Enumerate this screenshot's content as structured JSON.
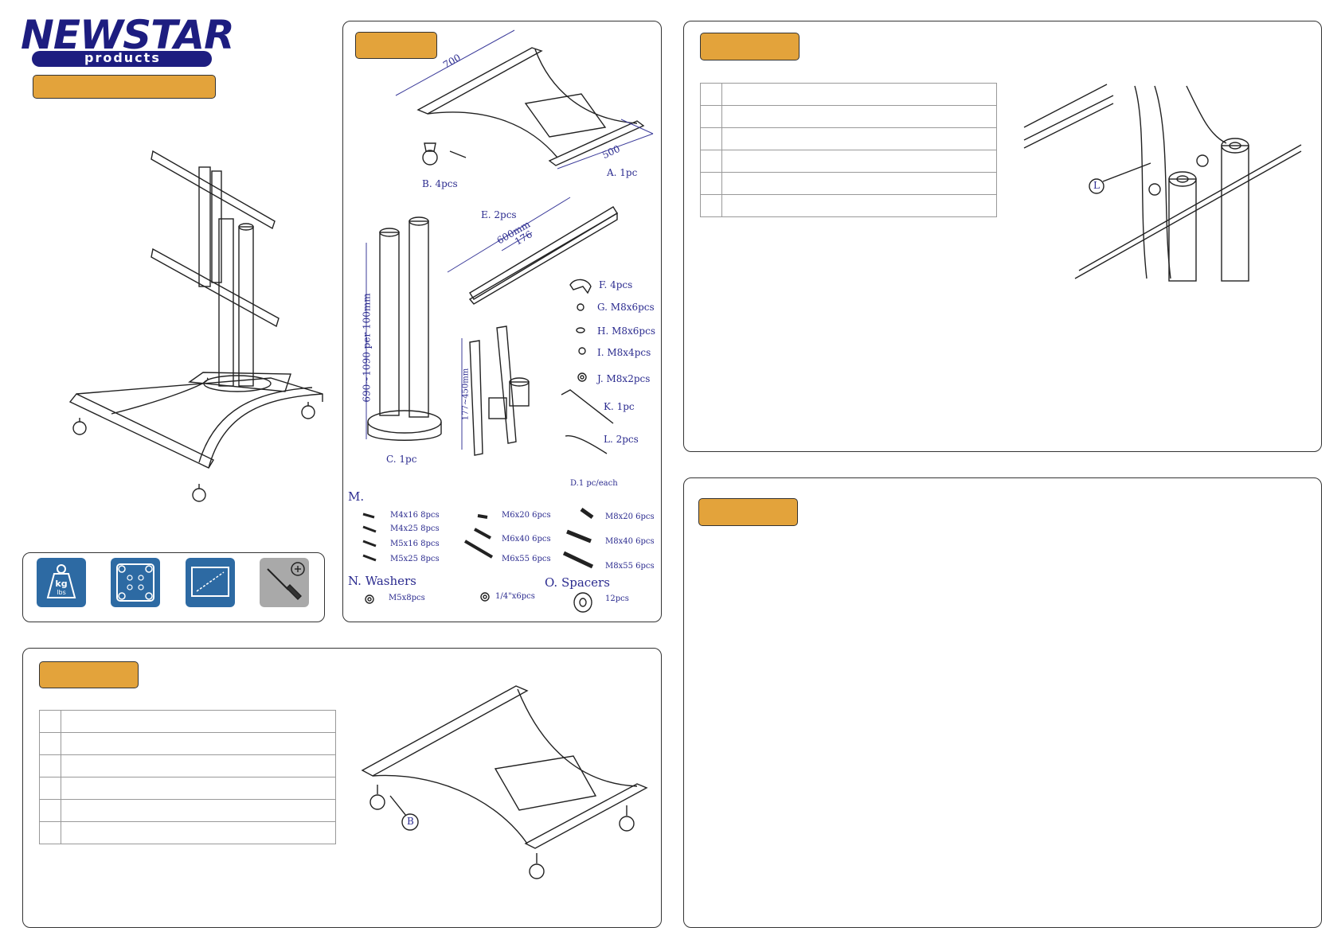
{
  "brand": {
    "name_main": "NEWSTAR",
    "name_sub": "products"
  },
  "parts": {
    "dims": {
      "width_a": "700",
      "depth_a": "500",
      "beam_len": "600mm",
      "beam_step": "176",
      "pole_range": "690~1090 per 100mm",
      "bracket_range": "177~450mm"
    },
    "items": [
      {
        "key": "A",
        "label": "A. 1pc"
      },
      {
        "key": "B",
        "label": "B. 4pcs"
      },
      {
        "key": "C",
        "label": "C. 1pc"
      },
      {
        "key": "D",
        "label": "D.1 pc/each"
      },
      {
        "key": "E",
        "label": "E. 2pcs"
      },
      {
        "key": "F",
        "label": "F. 4pcs"
      },
      {
        "key": "G",
        "label": "G. M8x6pcs"
      },
      {
        "key": "H",
        "label": "H. M8x6pcs"
      },
      {
        "key": "I",
        "label": "I. M8x4pcs"
      },
      {
        "key": "J",
        "label": "J. M8x2pcs"
      },
      {
        "key": "K",
        "label": "K. 1pc"
      },
      {
        "key": "L",
        "label": "L. 2pcs"
      }
    ],
    "m_title": "M.",
    "m_col1": [
      "M4x16 8pcs",
      "M4x25 8pcs",
      "M5x16 8pcs",
      "M5x25 8pcs"
    ],
    "m_col2": [
      "M6x20 6pcs",
      "M6x40 6pcs",
      "M6x55 6pcs"
    ],
    "m_col3": [
      "M8x20 6pcs",
      "M8x40 6pcs",
      "M8x55 6pcs"
    ],
    "washers_title": "N. Washers",
    "washer_1": "M5x8pcs",
    "washer_2": "1/4\"x6pcs",
    "spacers_title": "O. Spacers",
    "spacer_count": "12pcs"
  },
  "callouts": {
    "step1_part": "B",
    "step2_part": "L"
  },
  "steps": {
    "step1_rows": 6,
    "step2_rows": 6
  }
}
